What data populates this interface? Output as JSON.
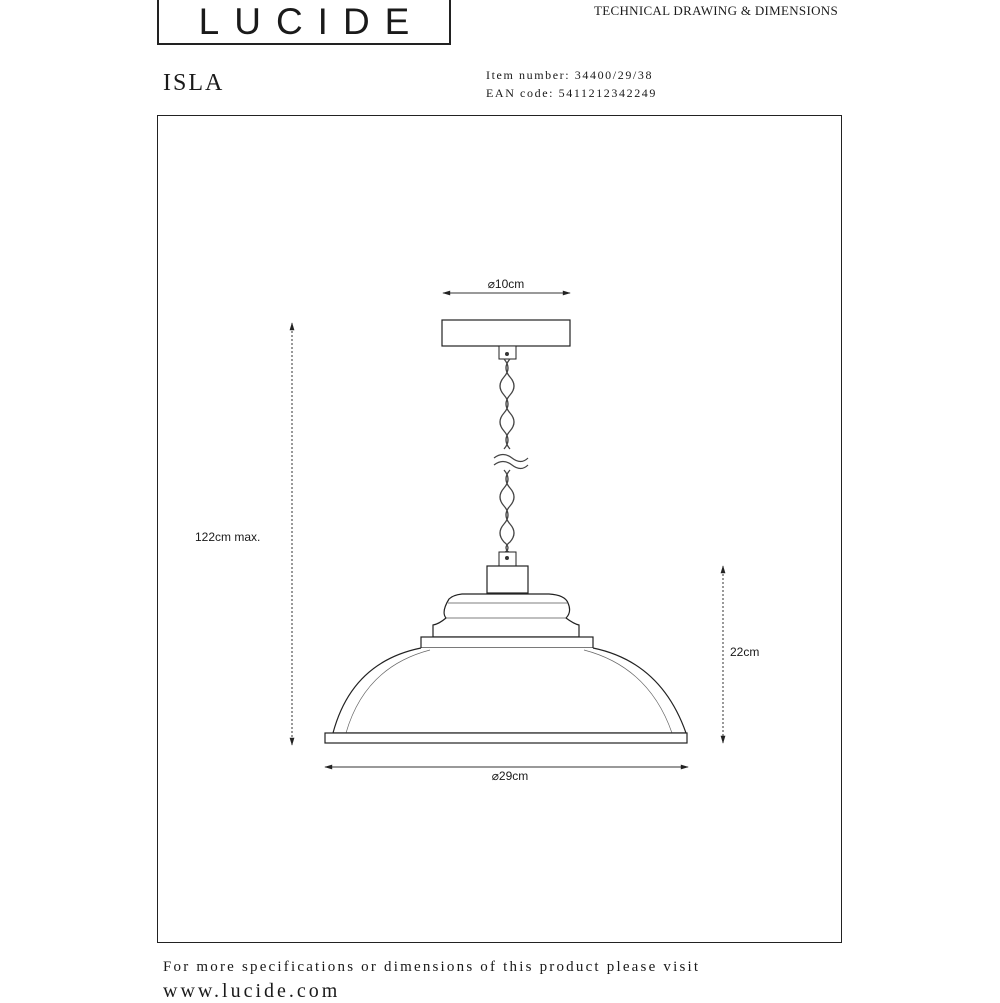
{
  "header": {
    "logo_text": "LUCIDE",
    "doc_type": "TECHNICAL DRAWING & DIMENSIONS",
    "product_name": "ISLA",
    "item_number": "Item number: 34400/29/38",
    "ean_code": "EAN code: 5411212342249"
  },
  "dimensions": {
    "canopy_diameter": "⌀10cm",
    "total_height": "122cm max.",
    "shade_height": "22cm",
    "shade_diameter": "⌀29cm"
  },
  "footer": {
    "note": "For more specifications or dimensions of this product please visit",
    "url": "www.lucide.com"
  }
}
